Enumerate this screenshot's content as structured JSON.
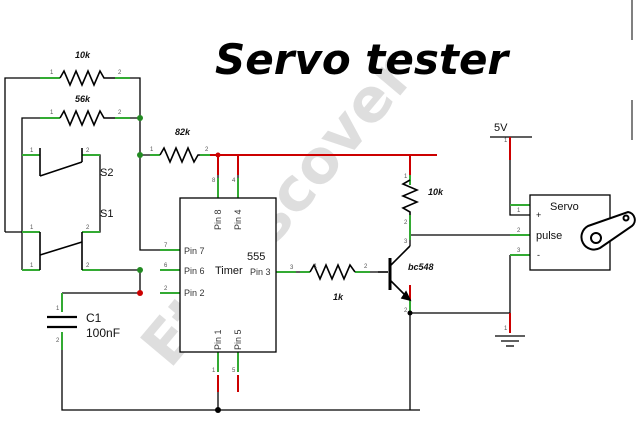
{
  "title": "Servo tester",
  "watermark": "Et Discover",
  "resistors": {
    "r1": "10k",
    "r2": "56k",
    "r3": "82k",
    "r4": "10k",
    "r5": "1k"
  },
  "switches": {
    "s1": "S1",
    "s2": "S2"
  },
  "capacitor": {
    "name": "C1",
    "value": "100nF"
  },
  "timer": {
    "label_top": "555",
    "label_bottom": "Timer",
    "pins": {
      "p8": "Pin 8",
      "p4": "Pin 4",
      "p7": "Pin 7",
      "p6": "Pin 6",
      "p2": "Pin 2",
      "p3": "Pin 3",
      "p1": "Pin 1",
      "p5": "Pin 5"
    }
  },
  "transistor": "bc548",
  "supply": "5V",
  "servo": {
    "title": "Servo",
    "plus": "+",
    "pulse": "pulse",
    "minus": "-"
  },
  "pin_numbers": [
    "1",
    "2",
    "3",
    "4",
    "5",
    "6",
    "7",
    "8"
  ],
  "colors": {
    "wire": "#000000",
    "supply_wire": "#cc0000",
    "lead": "#33aa33",
    "junction_green": "#228b22",
    "junction_red": "#cc0000"
  }
}
